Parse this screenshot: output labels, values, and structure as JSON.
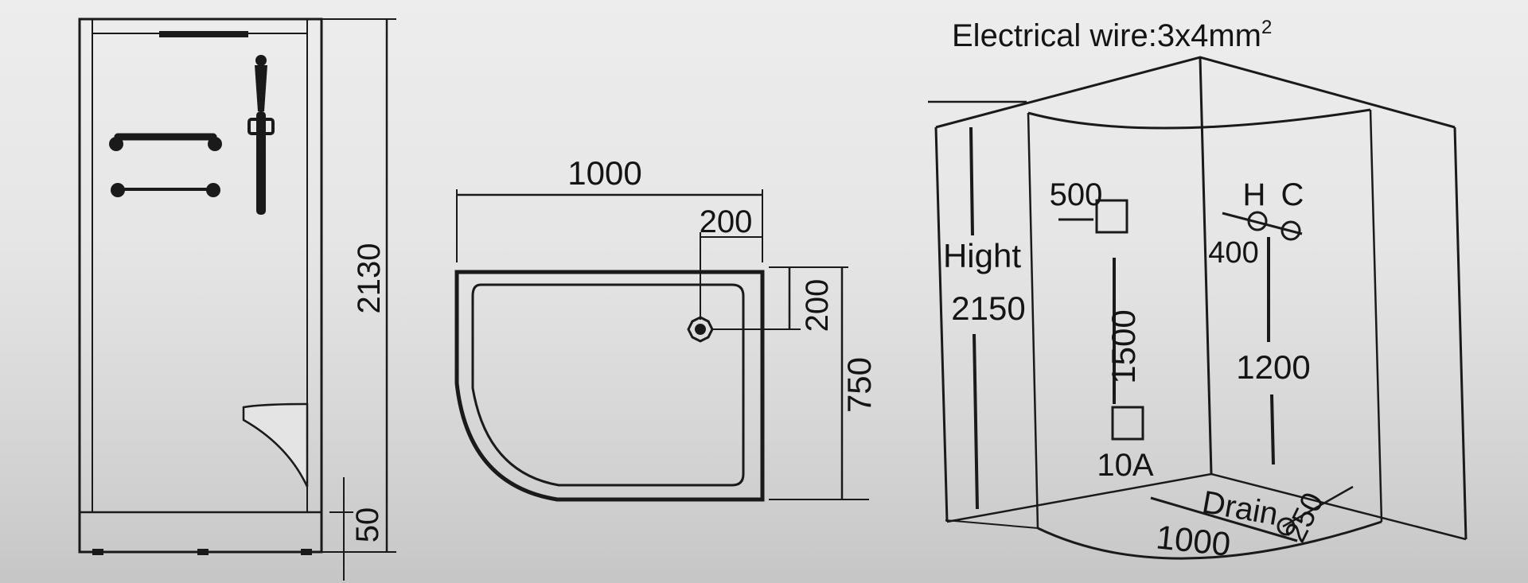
{
  "side_view": {
    "total_height": "2130",
    "base_height": "50"
  },
  "tray_view": {
    "width": "1000",
    "drain_offset_x": "200",
    "drain_offset_y": "200",
    "depth": "750"
  },
  "perspective_view": {
    "wire_label": "Electrical wire:3x4mm",
    "wire_superscript": "2",
    "height_label": "Hight",
    "height_value": "2150",
    "socket_width": "500",
    "socket_height": "1500",
    "breaker_label": "10A",
    "hot_label": "H",
    "cold_label": "C",
    "tap_spacing": "400",
    "tap_height": "1200",
    "drain_label": "Drain",
    "drain_dim": "250",
    "width_value": "1000"
  },
  "colors": {
    "line": "#1a1a1a",
    "background": "#e9e9e9"
  }
}
